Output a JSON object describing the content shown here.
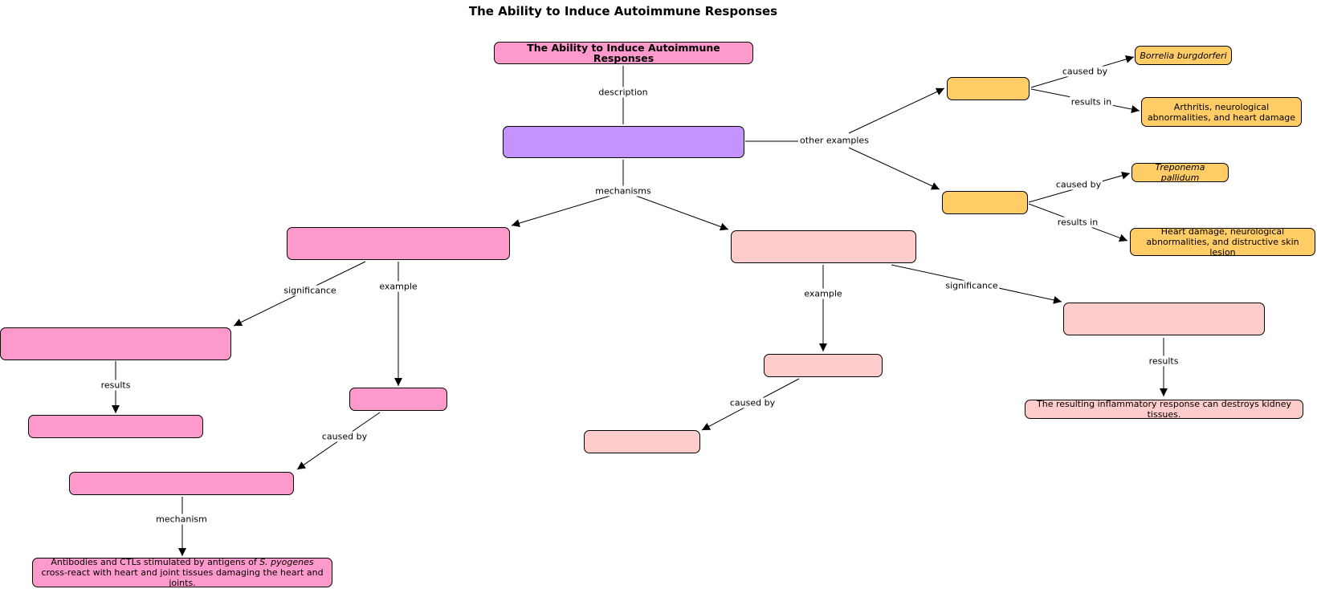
{
  "title": "The Ability to Induce Autoimmune Responses",
  "nodes": {
    "root": "The Ability to Induce Autoimmune Responses",
    "borrelia": "Borrelia burgdorferi",
    "lyme_results": "Arthritis, neurological abnormalities, and heart damage",
    "treponema": "Treponema pallidum",
    "syphilis_results": "Heart damage, neurological abnormalities, and distructive skin lesion",
    "kidney_result": "The resulting inflammatory response can destroys kidney tissues.",
    "mimicry_result_prefix": "Antibodies and CTLs stimulated by antigens of ",
    "mimicry_result_italic": "S. pyogenes",
    "mimicry_result_suffix": "cross-react with heart and joint tissues damaging the heart and joints."
  },
  "edge_labels": {
    "description": "description",
    "other_examples": "other examples",
    "caused_by_1": "caused by",
    "results_in_1": "results in",
    "caused_by_2": "caused by",
    "results_in_2": "results in",
    "mechanisms": "mechanisms",
    "significance_left": "significance",
    "example_left": "example",
    "example_right": "example",
    "significance_right": "significance",
    "results_left": "results",
    "caused_by_left": "caused by",
    "caused_by_right": "caused by",
    "results_right": "results",
    "mechanism": "mechanism"
  }
}
